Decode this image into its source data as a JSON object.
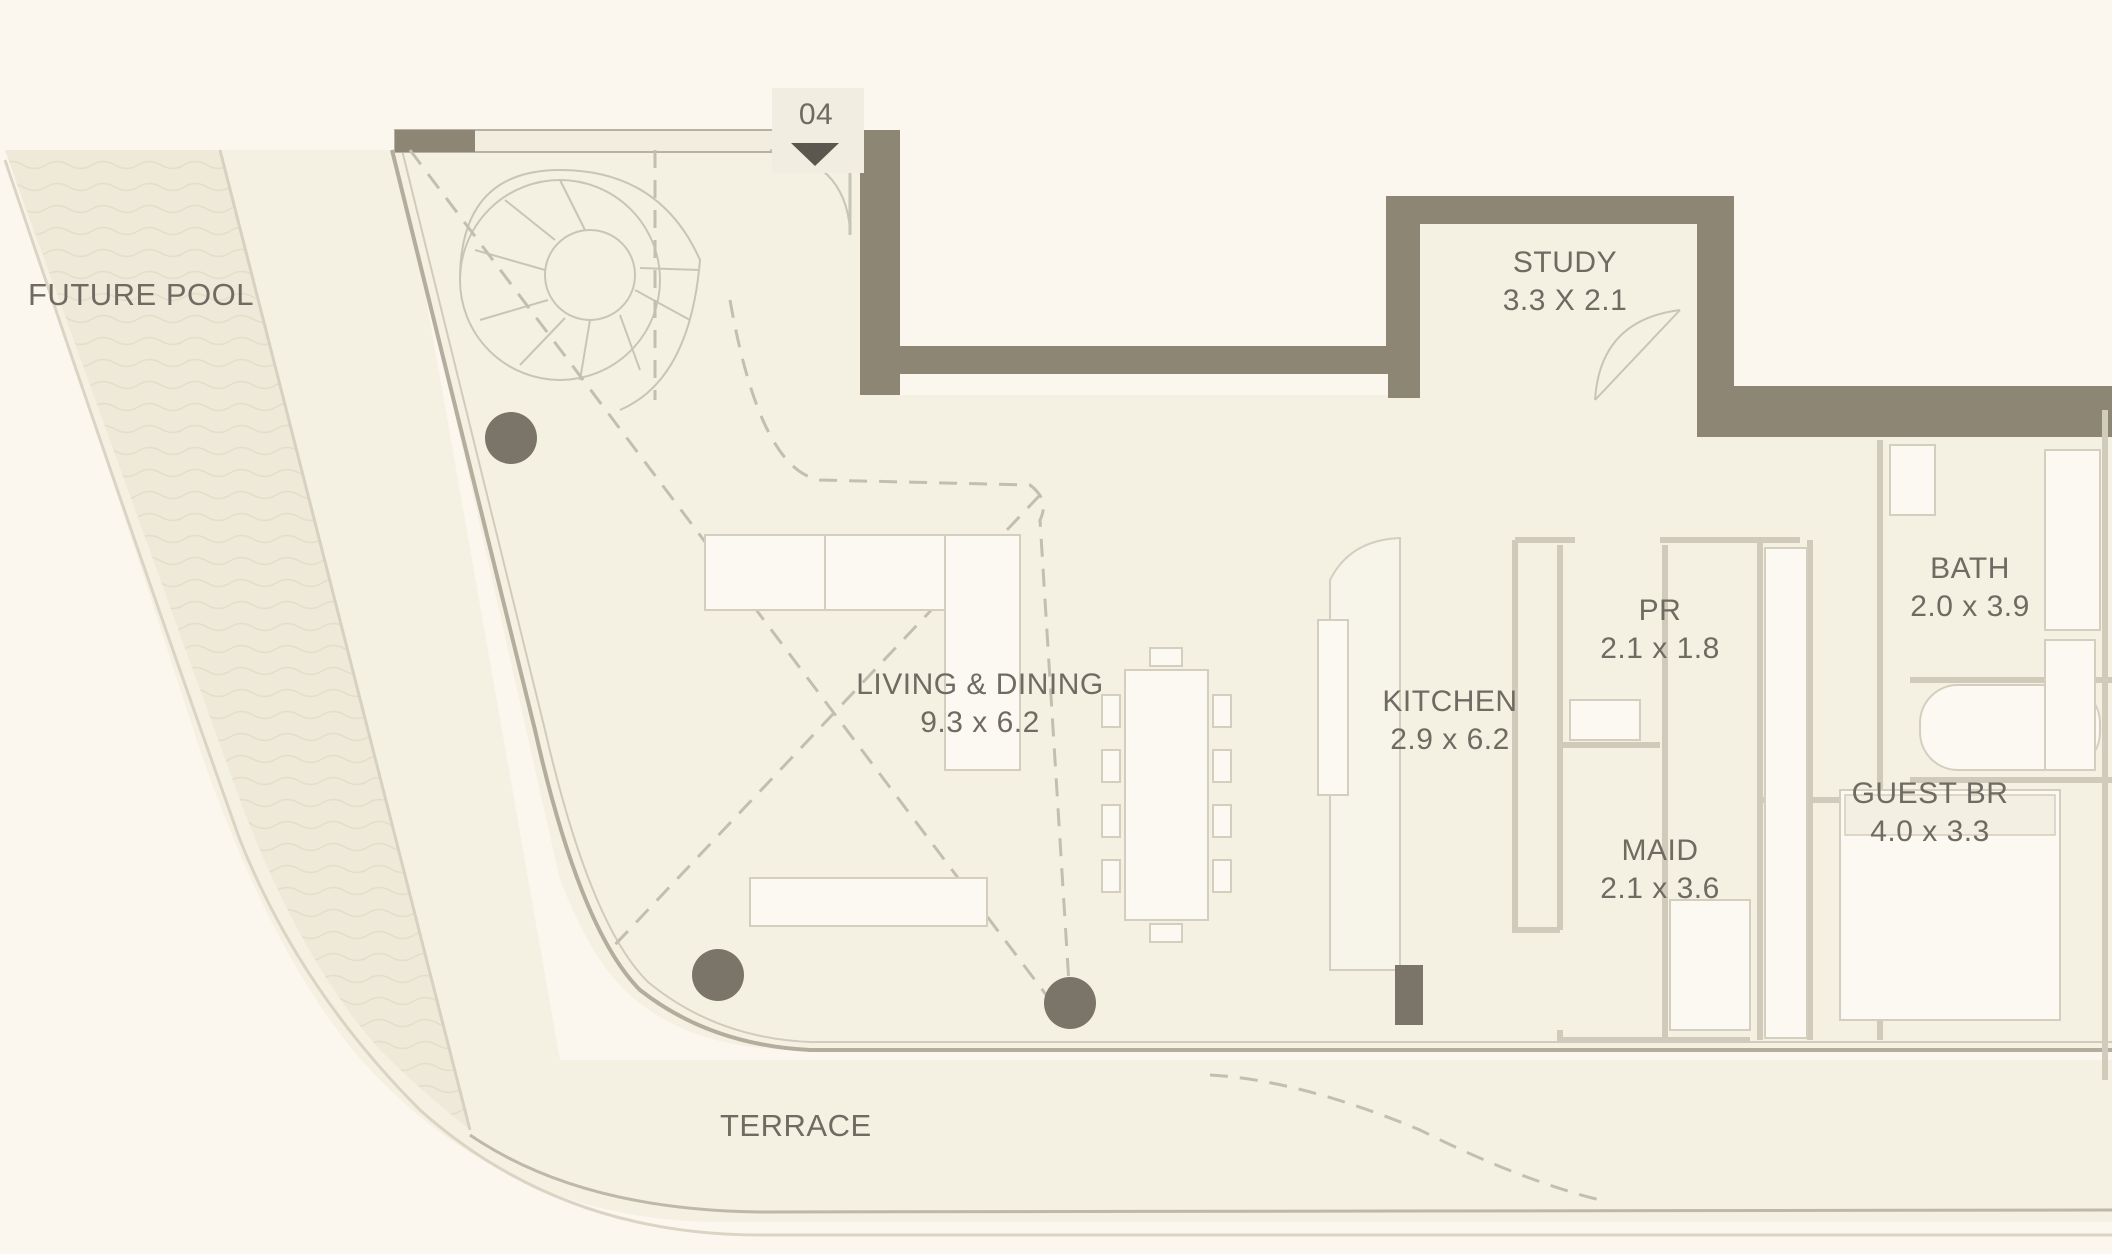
{
  "marker": {
    "number": "04"
  },
  "rooms": {
    "future_pool": {
      "name": "FUTURE POOL"
    },
    "study": {
      "name": "STUDY",
      "dims": "3.3 X 2.1"
    },
    "living": {
      "name": "LIVING & DINING",
      "dims": "9.3 x 6.2"
    },
    "kitchen": {
      "name": "KITCHEN",
      "dims": "2.9 x 6.2"
    },
    "pr": {
      "name": "PR",
      "dims": "2.1 x 1.8"
    },
    "bath": {
      "name": "BATH",
      "dims": "2.0 x 3.9"
    },
    "guest": {
      "name": "GUEST BR",
      "dims": "4.0 x 3.3"
    },
    "maid": {
      "name": "MAID",
      "dims": "2.1 x 3.6"
    },
    "terrace": {
      "name": "TERRACE"
    }
  },
  "colors": {
    "background": "#fbf7ee",
    "floor": "#f4f1e2",
    "pool": "#eee9d8",
    "wall": "#8e8674",
    "line": "#c9c5b6",
    "column": "#7b7468",
    "text": "#6f6b62"
  }
}
